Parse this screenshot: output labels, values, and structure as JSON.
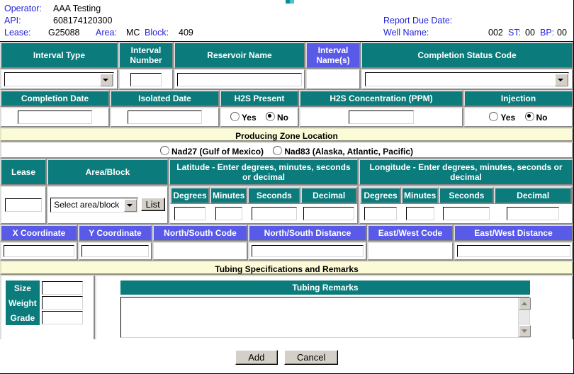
{
  "header": {
    "operator_label": "Operator:",
    "operator_value": "AAA Testing",
    "api_label": "API:",
    "api_value": "608174120300",
    "lease_label": "Lease:",
    "lease_value": "G25088",
    "area_label": "Area:",
    "area_value": "MC",
    "block_label": "Block:",
    "block_value": "409",
    "report_due_label": "Report Due Date:",
    "report_due_value": "",
    "well_name_label": "Well Name:",
    "well_name_value": "002",
    "st_label": "ST:",
    "st_value": "00",
    "bp_label": "BP:",
    "bp_value": "00"
  },
  "interval": {
    "type_header": "Interval Type",
    "type_value": "",
    "number_header": "Interval Number",
    "number_line1": "Interval",
    "number_line2": "Number",
    "number_value": "",
    "reservoir_header": "Reservoir Name",
    "reservoir_value": "",
    "names_line1": "Interval",
    "names_line2": "Name(s)",
    "names_value": "",
    "status_header": "Completion Status Code",
    "status_value": ""
  },
  "dates": {
    "completion_header": "Completion Date",
    "completion_value": "",
    "isolated_header": "Isolated Date",
    "isolated_value": "",
    "h2s_present_header": "H2S Present",
    "h2s_yes": "Yes",
    "h2s_no": "No",
    "h2s_selected": "No",
    "h2s_conc_header": "H2S Concentration (PPM)",
    "h2s_conc_value": "",
    "injection_header": "Injection",
    "injection_yes": "Yes",
    "injection_no": "No",
    "injection_selected": "No"
  },
  "zone": {
    "band_title": "Producing Zone Location",
    "nad27_label": "Nad27 (Gulf of Mexico)",
    "nad83_label": "Nad83 (Alaska, Atlantic, Pacific)",
    "selected": ""
  },
  "location": {
    "lease_header": "Lease",
    "lease_value": "",
    "areablock_header": "Area/Block",
    "areablock_selected": "Select area/block",
    "list_button": "List",
    "latitude_header": "Latitude - Enter degrees, minutes, seconds or decimal",
    "longitude_header": "Longitude - Enter degrees, minutes, seconds or decimal",
    "sub_headers": [
      "Degrees",
      "Minutes",
      "Seconds",
      "Decimal"
    ],
    "lat_values": [
      "",
      "",
      "",
      ""
    ],
    "lon_values": [
      "",
      "",
      "",
      ""
    ]
  },
  "coords": {
    "headers": [
      "X Coordinate",
      "Y Coordinate",
      "North/South Code",
      "North/South Distance",
      "East/West Code",
      "East/West Distance"
    ],
    "x_value": "",
    "y_value": "",
    "ns_code_value": "",
    "ns_distance_value": "",
    "ew_code_value": "",
    "ew_distance_value": ""
  },
  "tubing": {
    "band_title": "Tubing Specifications and Remarks",
    "size_label": "Size",
    "size_value": "",
    "weight_label": "Weight",
    "weight_value": "",
    "grade_label": "Grade",
    "grade_value": "",
    "remarks_header": "Tubing Remarks",
    "remarks_value": ""
  },
  "footer": {
    "add_label": "Add",
    "cancel_label": "Cancel"
  },
  "colors": {
    "teal": "#0b7b7b",
    "purple": "#5a5ae8",
    "band_yellow": "#fbfbd8",
    "label_blue": "#2222dd"
  }
}
